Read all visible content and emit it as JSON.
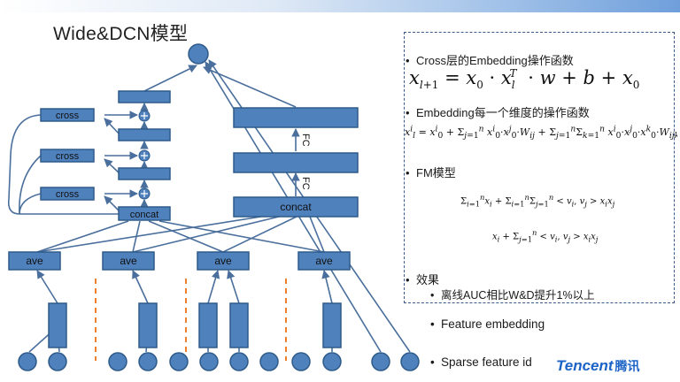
{
  "title": "Wide&DCN模型",
  "diagram": {
    "cross_labels": [
      "cross",
      "cross",
      "cross"
    ],
    "concat_left": "concat",
    "concat_right": "concat",
    "fc_labels": [
      "FC",
      "FC"
    ],
    "ave_labels": [
      "ave",
      "ave",
      "ave",
      "ave"
    ]
  },
  "panel": {
    "bullet1": "Cross层的Embedding操作函数",
    "bullet2": "Embedding每一个维度的操作函数",
    "bullet3": "FM模型",
    "bullet4": "效果",
    "sub_bullet4": "离线AUC相比W&D提升1%以上"
  },
  "lower_bullets": [
    "Feature embedding",
    "Sparse feature id"
  ],
  "logo": {
    "text": "Tencent",
    "cn": "腾讯"
  },
  "colors": {
    "node_fill": "#4f81bd",
    "node_stroke": "#2f5b8a",
    "dashed_separator": "#f07f2b",
    "logo": "#1b63c6"
  }
}
